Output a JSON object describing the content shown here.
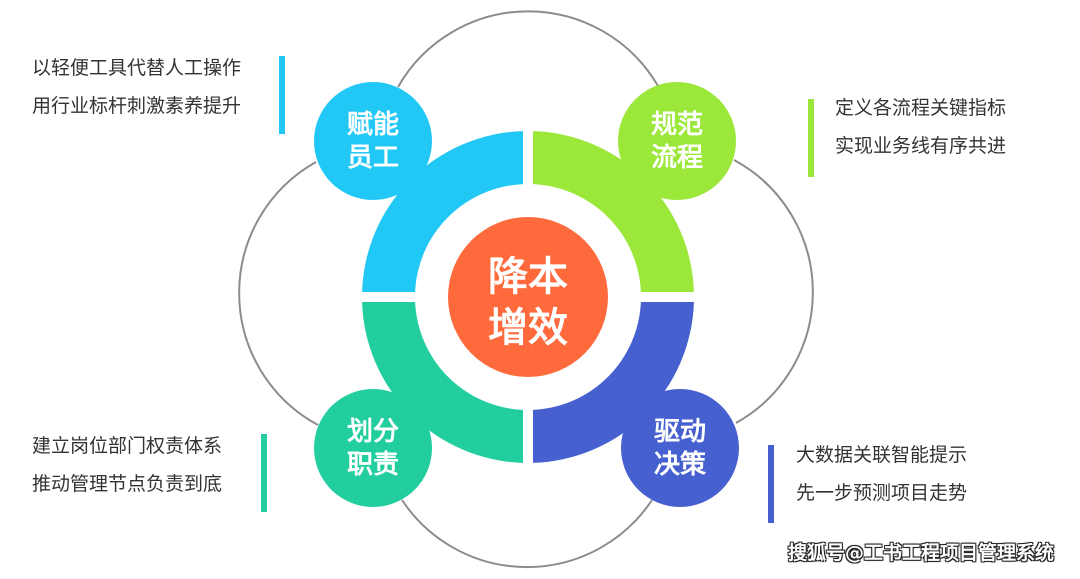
{
  "center": {
    "line1": "降本",
    "line2": "增效",
    "color": "#FF6A3D"
  },
  "nodes": [
    {
      "key": "empower",
      "line1": "赋能",
      "line2": "员工",
      "color": "#22C8F5",
      "bullets": [
        "以轻便工具代替人工操作",
        "用行业标杆刺激素养提升"
      ]
    },
    {
      "key": "standardize",
      "line1": "规范",
      "line2": "流程",
      "color": "#9BE83B",
      "bullets": [
        "定义各流程关键指标",
        "实现业务线有序共进"
      ]
    },
    {
      "key": "assign",
      "line1": "划分",
      "line2": "职责",
      "color": "#22CE9E",
      "bullets": [
        "建立岗位部门权责体系",
        "推动管理节点负责到底"
      ]
    },
    {
      "key": "drive",
      "line1": "驱动",
      "line2": "决策",
      "color": "#4760CF",
      "bullets": [
        "大数据关联智能提示",
        "先一步预测项目走势"
      ]
    }
  ],
  "outline_color": "#8C8C8C",
  "watermark": "搜狐号@工书工程项目管理系统"
}
